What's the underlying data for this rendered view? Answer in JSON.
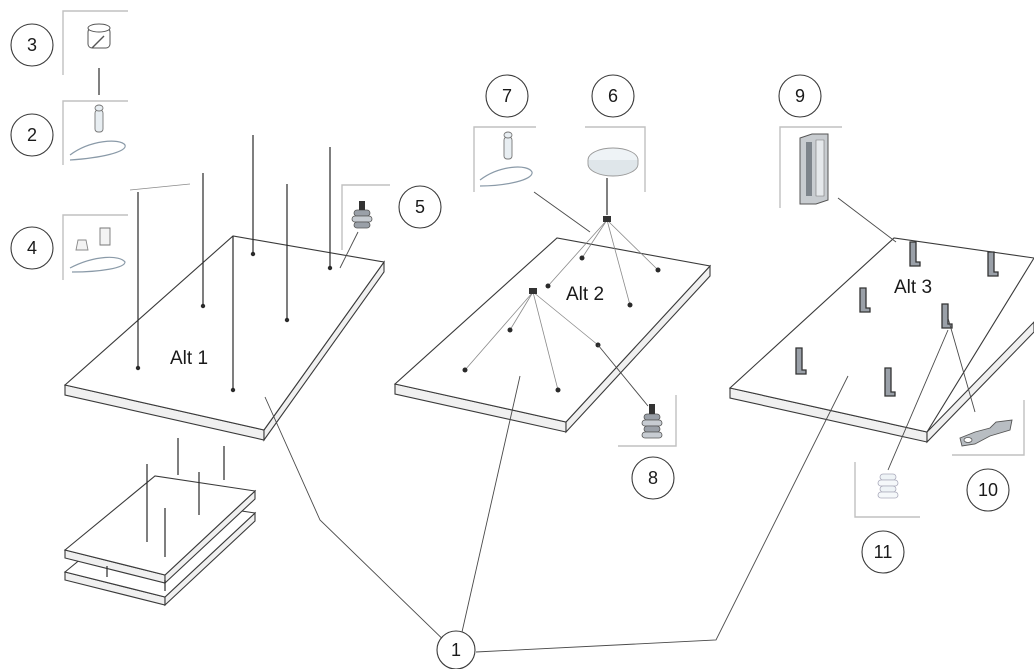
{
  "callouts": [
    "1",
    "2",
    "3",
    "4",
    "5",
    "6",
    "7",
    "8",
    "9",
    "10",
    "11"
  ],
  "alternatives": [
    "Alt 1",
    "Alt 2",
    "Alt 3"
  ],
  "icons": {
    "part-3": "ceiling-hook-icon",
    "part-2": "wire-suspension-kit-icon",
    "part-4": "gripper-wire-kit-icon",
    "part-5": "spring-hanger-icon",
    "part-6": "canopy-plate-icon",
    "part-7": "wire-suspension-kit-icon",
    "part-8": "spring-hanger-icon",
    "part-9": "clip-bracket-icon",
    "part-10": "mounting-strap-icon",
    "part-11": "spring-hanger-icon"
  },
  "colors": {
    "line": "#3a3a3a",
    "panel": "#ffffff",
    "panel_edge": "#f0f0f0",
    "frame": "#c0c0c0"
  }
}
